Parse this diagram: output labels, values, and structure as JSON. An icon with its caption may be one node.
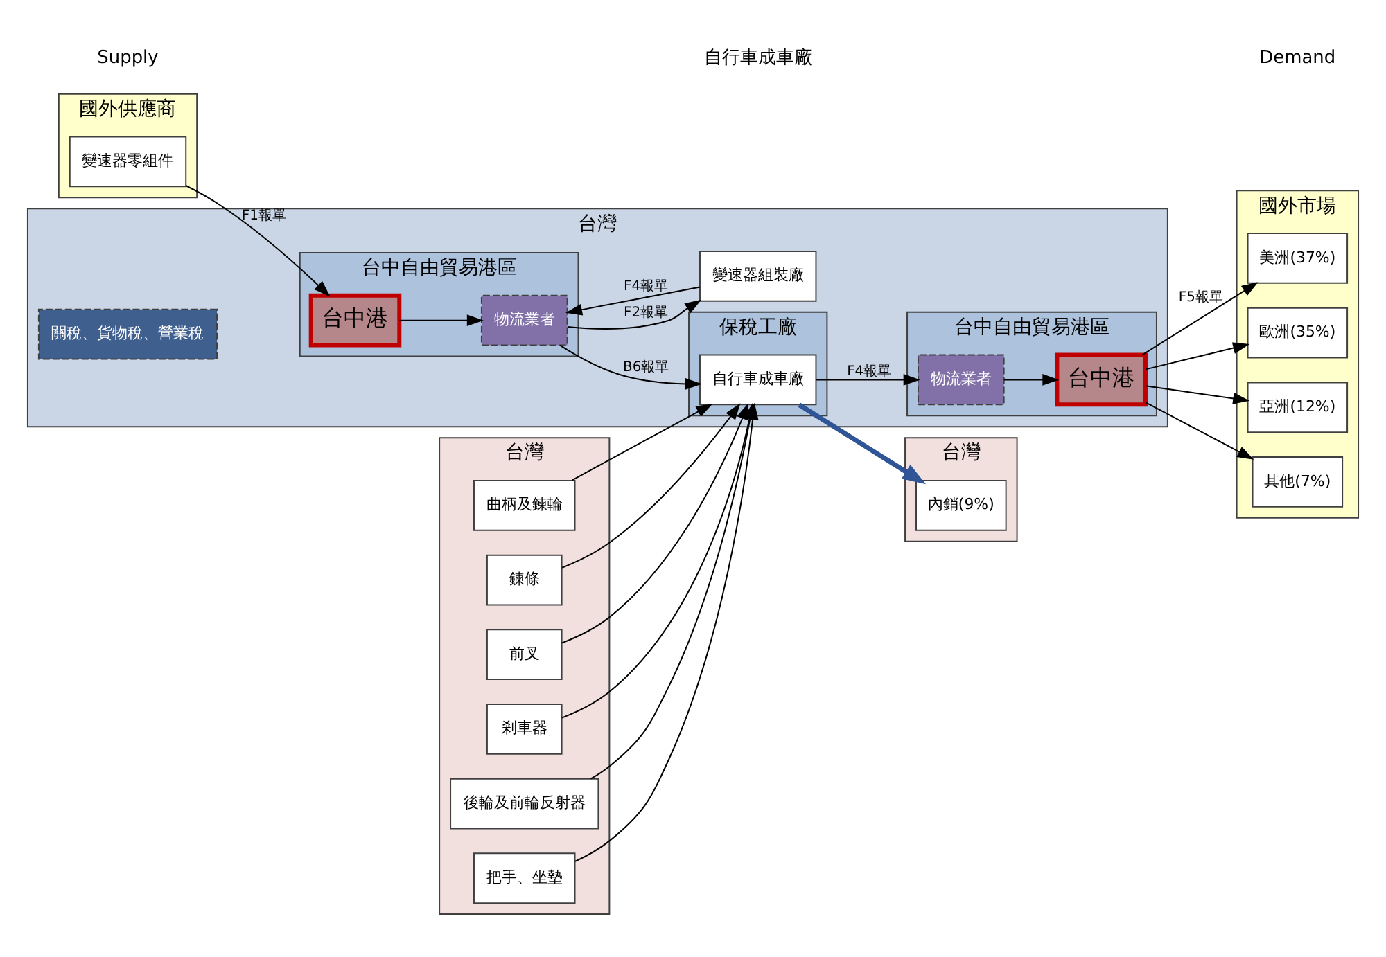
{
  "diagram": {
    "nodes": [
      {
        "text": [
          "國外供應商"
        ]
      },
      {
        "text": [
          "變速器零組件"
        ],
        "in": 0
      },
      {
        "text": [
          "台灣"
        ]
      },
      {
        "text": [
          "曲柄及鍊輪"
        ],
        "in": 2
      },
      {
        "text": [
          "鍊條"
        ],
        "in": 2
      },
      {
        "text": [
          "前叉"
        ],
        "in": 2
      },
      {
        "text": [
          "剎車器"
        ],
        "in": 2
      },
      {
        "text": [
          "後輪及前輪反射器"
        ],
        "in": 2
      },
      {
        "text": [
          "把手、坐墊"
        ],
        "in": 2
      },
      {
        "text": [
          "台灣"
        ]
      },
      {
        "text": [
          "台中自由貿易港區"
        ],
        "in": 9
      },
      {
        "text": [
          "台中港"
        ],
        "in": 10
      },
      {
        "text": [
          "物流業者"
        ],
        "in": 10
      },
      {
        "text": [
          "變速器組裝廠"
        ],
        "in": 9
      },
      {
        "text": [
          "保稅工廠"
        ],
        "in": 9
      },
      {
        "text": [
          "自行車成車廠"
        ],
        "in": 14
      },
      {
        "text": [
          "台中自由貿易港區"
        ],
        "in": 9
      },
      {
        "text": [
          "物流業者"
        ],
        "in": 16
      },
      {
        "text": [
          "台中港"
        ],
        "in": 16
      },
      {
        "text": [
          "關稅、貨物稅、營業稅"
        ],
        "in": 9
      },
      {
        "text": [
          "國外市場"
        ]
      },
      {
        "text": [
          "美洲(37%)"
        ],
        "in": 20
      },
      {
        "text": [
          "歐洲(35%)"
        ],
        "in": 20
      },
      {
        "text": [
          "亞洲(12%)"
        ],
        "in": 20
      },
      {
        "text": [
          "其他(7%)"
        ],
        "in": 20
      },
      {
        "text": [
          "台灣"
        ]
      },
      {
        "text": [
          "內銷(9%)"
        ],
        "in": 25
      }
    ],
    "edges": [
      {
        "from": 1,
        "to": 11,
        "arrow": "to",
        "label": "F1報單"
      },
      {
        "from": 11,
        "to": 12,
        "arrow": "to"
      },
      {
        "from": 12,
        "to": 13,
        "arrow": "to",
        "label": "F2報單"
      },
      {
        "from": 13,
        "to": 12,
        "arrow": "to",
        "label": "F4報單"
      },
      {
        "from": 12,
        "to": 15,
        "arrow": "to",
        "label": "B6報單"
      },
      {
        "from": 3,
        "to": 15,
        "arrow": "to"
      },
      {
        "from": 4,
        "to": 15,
        "arrow": "to"
      },
      {
        "from": 5,
        "to": 15,
        "arrow": "to"
      },
      {
        "from": 6,
        "to": 15,
        "arrow": "to"
      },
      {
        "from": 7,
        "to": 15,
        "arrow": "to"
      },
      {
        "from": 8,
        "to": 15,
        "arrow": "to"
      },
      {
        "from": 15,
        "to": 17,
        "arrow": "to",
        "label": "F4報單"
      },
      {
        "from": 17,
        "to": 18,
        "arrow": "to"
      },
      {
        "from": 18,
        "to": 21,
        "arrow": "to",
        "label": "F5報單"
      },
      {
        "from": 18,
        "to": 22,
        "arrow": "to"
      },
      {
        "from": 18,
        "to": 23,
        "arrow": "to"
      },
      {
        "from": 18,
        "to": 24,
        "arrow": "to"
      },
      {
        "from": 15,
        "to": 26,
        "arrow": "to",
        "style": "thick",
        "color": "#2f5597"
      }
    ],
    "labels": [
      "Supply",
      "自行車成車廠",
      "Demand"
    ]
  }
}
